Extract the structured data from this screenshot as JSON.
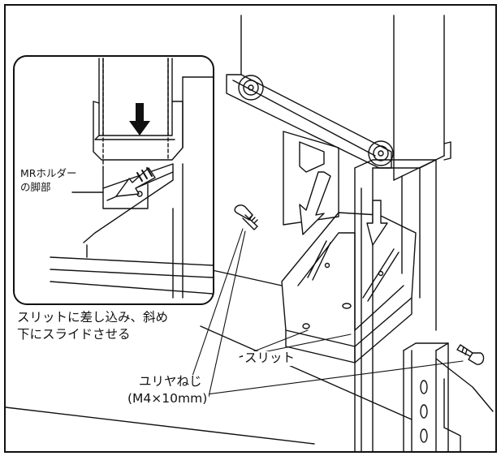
{
  "labels": {
    "mr_holder_foot_line1": "MRホルダー",
    "mr_holder_foot_line2": "の脚部",
    "slide_instruction_line1": "スリットに差し込み、斜め",
    "slide_instruction_line2": "下にスライドさせる",
    "slit": "スリット",
    "screw_name": "ユリヤねじ",
    "screw_spec": "(M4×10mm)"
  },
  "colors": {
    "line": "#111111",
    "background": "#ffffff"
  },
  "icons": [
    "down-arrow-icon",
    "diagonal-arrow-icon",
    "screw-icon"
  ]
}
